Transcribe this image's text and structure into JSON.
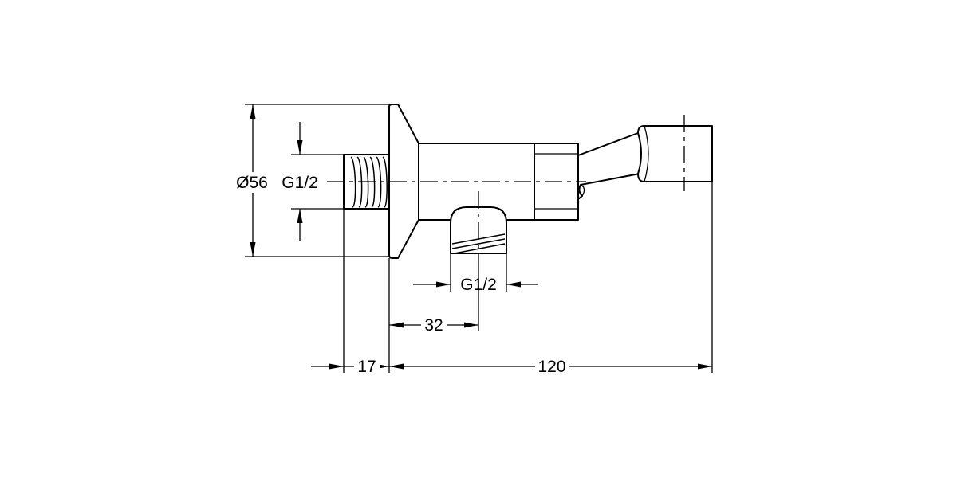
{
  "dimensions": {
    "body_diameter": "Ø56",
    "inlet_thread": "G1/2",
    "outlet_thread": "G1/2",
    "outlet_offset": "32",
    "thread_length": "17",
    "overall_length": "120"
  }
}
